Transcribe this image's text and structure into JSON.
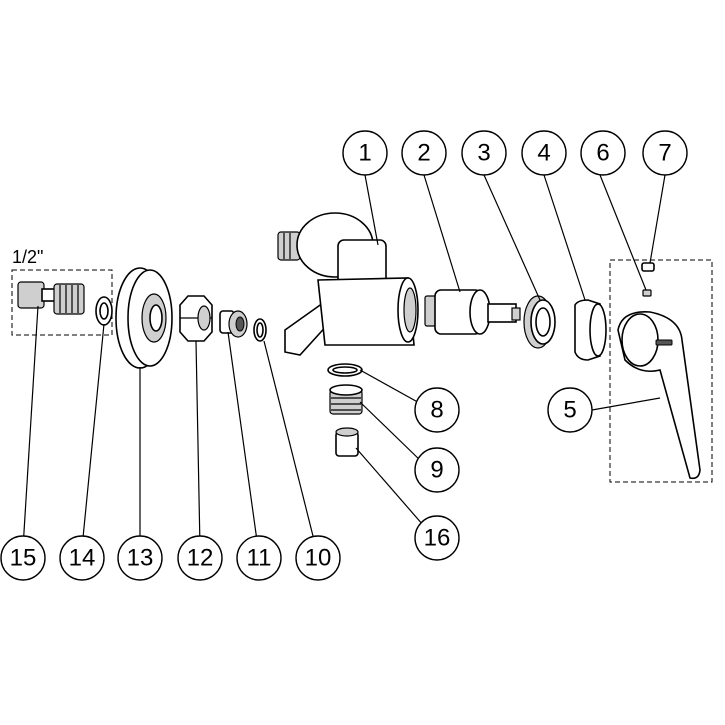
{
  "diagram": {
    "size_label": "1/2\"",
    "callouts": [
      {
        "id": "1",
        "label": "1"
      },
      {
        "id": "2",
        "label": "2"
      },
      {
        "id": "3",
        "label": "3"
      },
      {
        "id": "4",
        "label": "4"
      },
      {
        "id": "5",
        "label": "5"
      },
      {
        "id": "6",
        "label": "6"
      },
      {
        "id": "7",
        "label": "7"
      },
      {
        "id": "8",
        "label": "8"
      },
      {
        "id": "9",
        "label": "9"
      },
      {
        "id": "10",
        "label": "10"
      },
      {
        "id": "11",
        "label": "11"
      },
      {
        "id": "12",
        "label": "12"
      },
      {
        "id": "13",
        "label": "13"
      },
      {
        "id": "14",
        "label": "14"
      },
      {
        "id": "15",
        "label": "15"
      },
      {
        "id": "16",
        "label": "16"
      }
    ]
  }
}
